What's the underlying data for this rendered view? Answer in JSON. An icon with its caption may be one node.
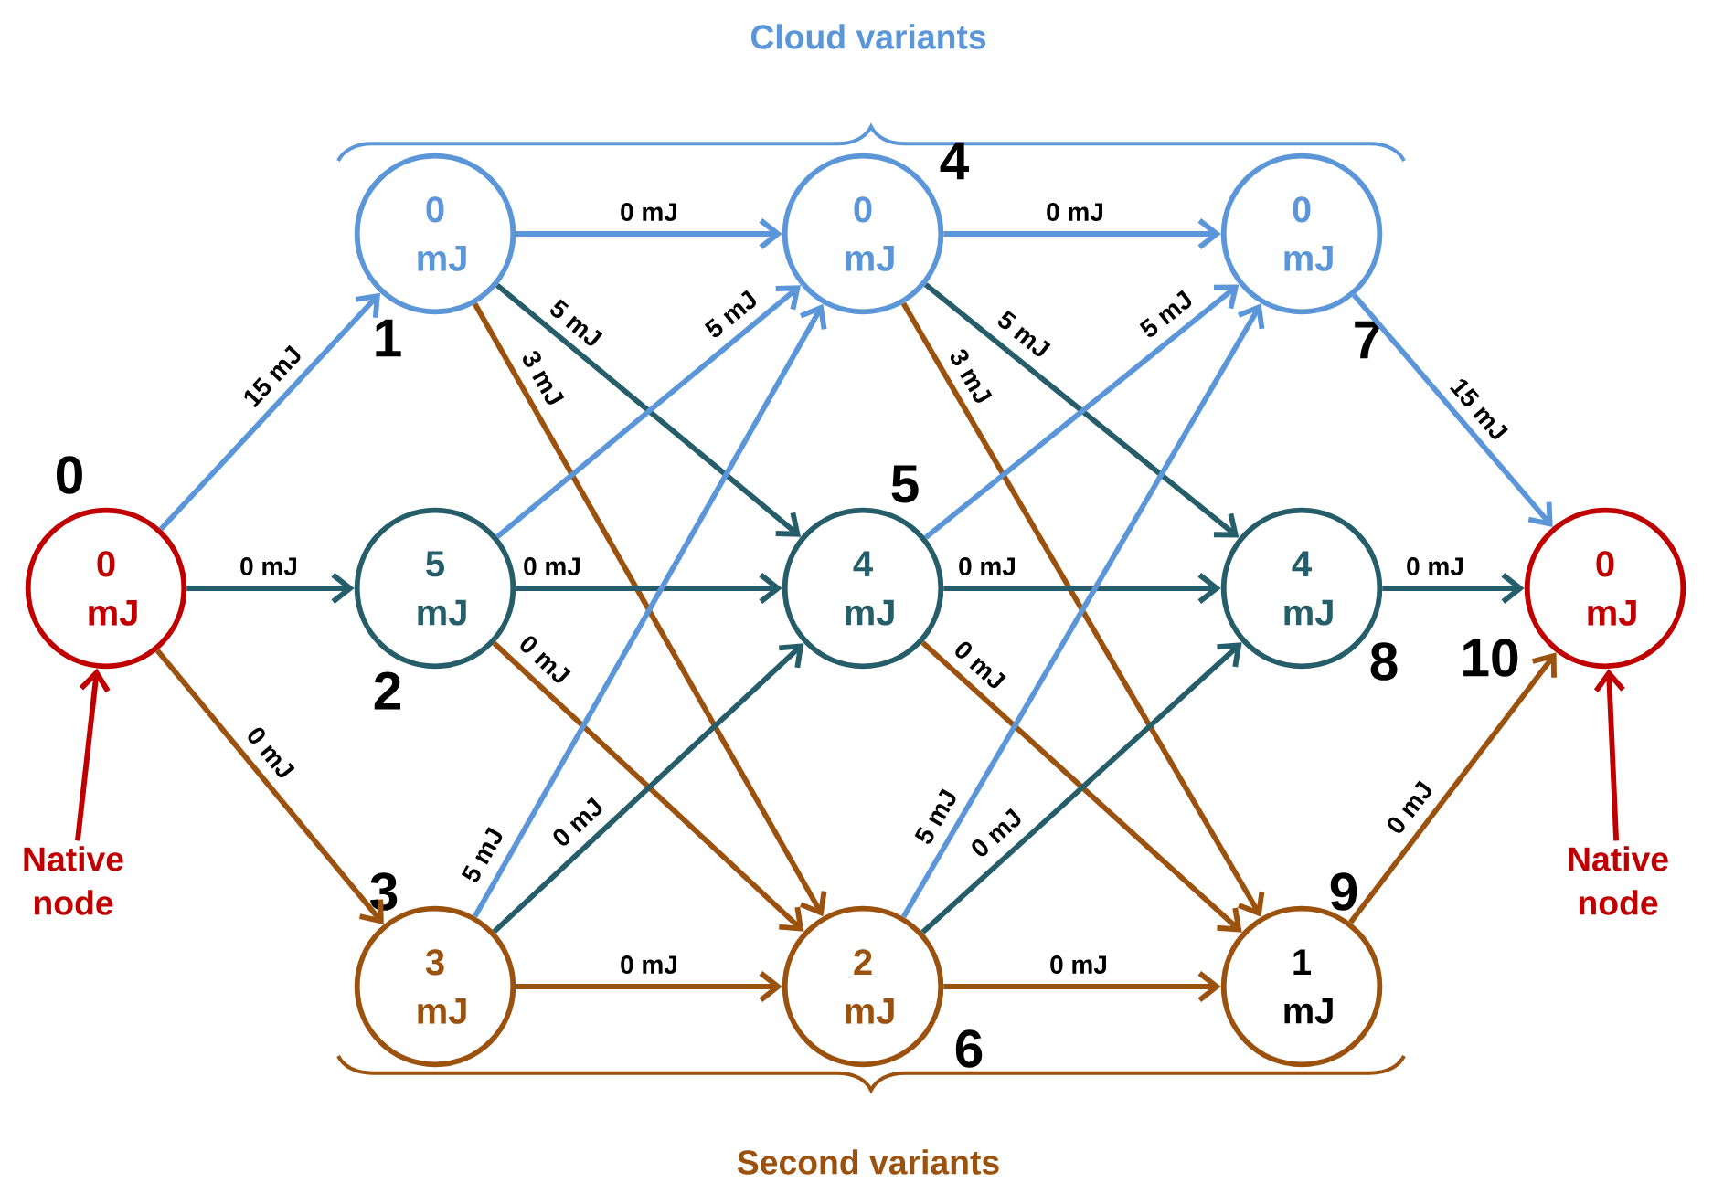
{
  "diagram": {
    "nodes": [
      {
        "text": [
          "0 mJ"
        ],
        "beside": [
          "0"
        ]
      },
      {
        "text": [
          "0 mJ"
        ],
        "beside": [
          "1"
        ]
      },
      {
        "text": [
          "5 mJ"
        ],
        "beside": [
          "2"
        ]
      },
      {
        "text": [
          "3 mJ"
        ],
        "beside": [
          "3"
        ]
      },
      {
        "text": [
          "0 mJ"
        ],
        "beside": [
          "4"
        ]
      },
      {
        "text": [
          "4 mJ"
        ],
        "beside": [
          "5"
        ]
      },
      {
        "text": [
          "2 mJ"
        ],
        "beside": [
          "6"
        ]
      },
      {
        "text": [
          "0 mJ"
        ],
        "beside": [
          "7"
        ]
      },
      {
        "text": [
          "4 mJ"
        ],
        "beside": [
          "8"
        ]
      },
      {
        "text": [
          "1 mJ"
        ],
        "beside": [
          "9"
        ]
      },
      {
        "text": [
          "0 mJ"
        ],
        "beside": [
          "10"
        ]
      },
      {
        "text": [
          "Native node"
        ]
      },
      {
        "text": [
          "Native node"
        ]
      }
    ],
    "edges": [
      {
        "from": 0,
        "to": 1,
        "arrow": "to",
        "label": "15 mJ",
        "color": "#5b96d8"
      },
      {
        "from": 0,
        "to": 2,
        "arrow": "to",
        "label": "0 mJ",
        "color": "#255e6a"
      },
      {
        "from": 0,
        "to": 3,
        "arrow": "to",
        "label": "0 mJ",
        "color": "#9c520f"
      },
      {
        "from": 1,
        "to": 4,
        "arrow": "to",
        "label": "0 mJ",
        "color": "#5b96d8"
      },
      {
        "from": 1,
        "to": 5,
        "arrow": "to",
        "label": "5 mJ",
        "color": "#255e6a"
      },
      {
        "from": 1,
        "to": 6,
        "arrow": "to",
        "label": "3 mJ",
        "color": "#9c520f"
      },
      {
        "from": 2,
        "to": 4,
        "arrow": "to",
        "label": "5 mJ",
        "color": "#5b96d8"
      },
      {
        "from": 2,
        "to": 5,
        "arrow": "to",
        "label": "0 mJ",
        "color": "#255e6a"
      },
      {
        "from": 2,
        "to": 6,
        "arrow": "to",
        "label": "0 mJ",
        "color": "#9c520f"
      },
      {
        "from": 3,
        "to": 4,
        "arrow": "to",
        "label": "5 mJ",
        "color": "#5b96d8"
      },
      {
        "from": 3,
        "to": 5,
        "arrow": "to",
        "label": "0 mJ",
        "color": "#255e6a"
      },
      {
        "from": 3,
        "to": 6,
        "arrow": "to",
        "label": "0 mJ",
        "color": "#9c520f"
      },
      {
        "from": 4,
        "to": 7,
        "arrow": "to",
        "label": "0 mJ",
        "color": "#5b96d8"
      },
      {
        "from": 4,
        "to": 8,
        "arrow": "to",
        "label": "5 mJ",
        "color": "#255e6a"
      },
      {
        "from": 4,
        "to": 9,
        "arrow": "to",
        "label": "3 mJ",
        "color": "#9c520f"
      },
      {
        "from": 5,
        "to": 7,
        "arrow": "to",
        "label": "5 mJ",
        "color": "#5b96d8"
      },
      {
        "from": 5,
        "to": 8,
        "arrow": "to",
        "label": "0 mJ",
        "color": "#255e6a"
      },
      {
        "from": 5,
        "to": 9,
        "arrow": "to",
        "label": "0 mJ",
        "color": "#9c520f"
      },
      {
        "from": 6,
        "to": 7,
        "arrow": "to",
        "label": "5 mJ",
        "color": "#5b96d8"
      },
      {
        "from": 6,
        "to": 8,
        "arrow": "to",
        "label": "0 mJ",
        "color": "#255e6a"
      },
      {
        "from": 6,
        "to": 9,
        "arrow": "to",
        "label": "0 mJ",
        "color": "#9c520f"
      },
      {
        "from": 7,
        "to": 10,
        "arrow": "to",
        "label": "15 mJ",
        "color": "#5b96d8"
      },
      {
        "from": 8,
        "to": 10,
        "arrow": "to",
        "label": "0 mJ",
        "color": "#255e6a"
      },
      {
        "from": 9,
        "to": 10,
        "arrow": "to",
        "label": "0 mJ",
        "color": "#9c520f"
      },
      {
        "from": 11,
        "to": 0,
        "arrow": "to",
        "color": "#c00000"
      },
      {
        "from": 12,
        "to": 10,
        "arrow": "to",
        "color": "#c00000"
      }
    ],
    "labels": [
      "Cloud variants",
      "Second variants"
    ]
  }
}
